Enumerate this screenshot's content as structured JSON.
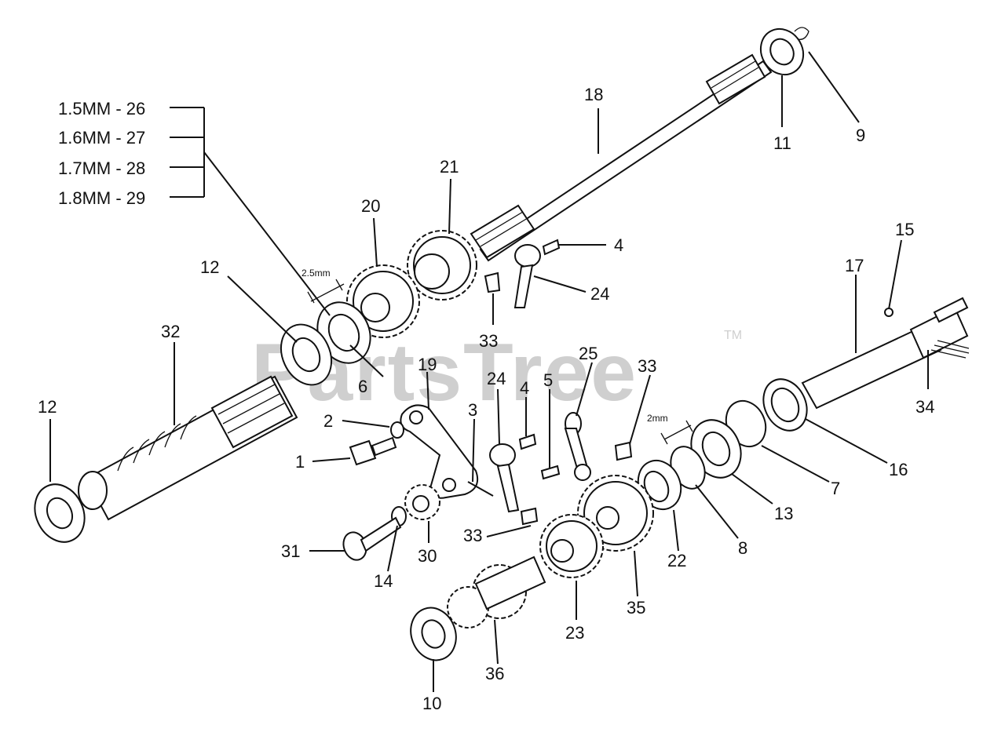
{
  "watermark": {
    "text": "PartsTree",
    "trademark": "TM"
  },
  "dimension_notes": {
    "shim_gap": "2.5mm",
    "ring_gap": "2mm"
  },
  "shim_options": [
    "1.5MM - 26",
    "1.6MM - 27",
    "1.7MM - 28",
    "1.8MM - 29"
  ],
  "callouts": [
    "18",
    "11",
    "9",
    "21",
    "20",
    "4",
    "24",
    "12",
    "32",
    "6",
    "33",
    "19",
    "2",
    "3",
    "24",
    "4",
    "5",
    "25",
    "33",
    "15",
    "17",
    "34",
    "16",
    "7",
    "13",
    "8",
    "22",
    "35",
    "23",
    "36",
    "10",
    "30",
    "14",
    "31",
    "1",
    "12",
    "33"
  ]
}
